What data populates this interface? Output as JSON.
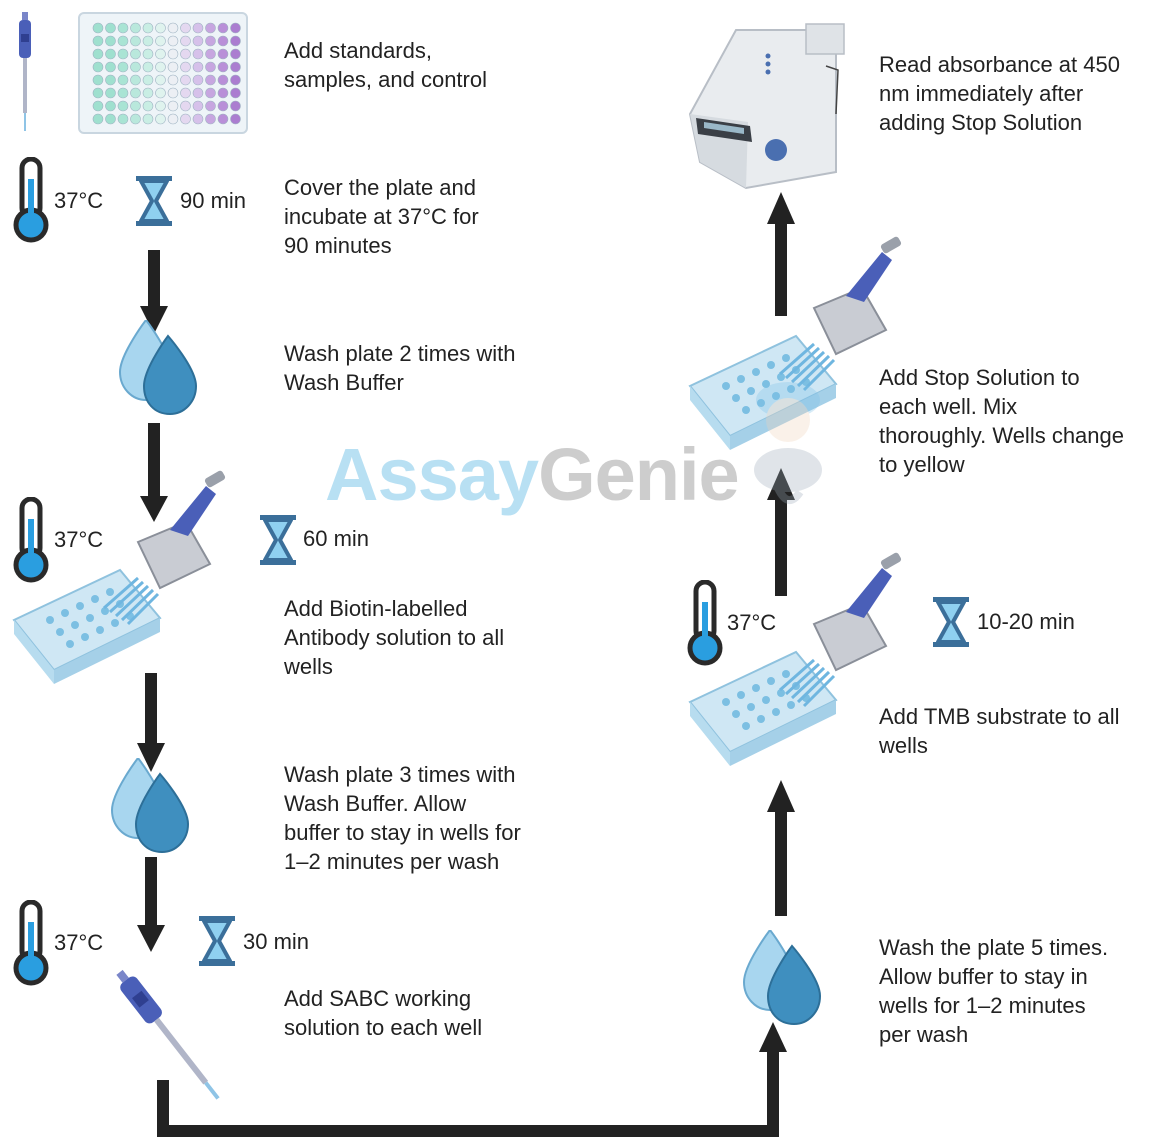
{
  "watermark": {
    "part1": "Assay",
    "part2": "Genie"
  },
  "colors": {
    "arrow": "#222222",
    "thermo": "#2a2a2a",
    "thermo_fill": "#2a9ee0",
    "hourglass": "#3b6f9a",
    "plate": "#b7dcef",
    "well": "#6eb9e0",
    "pipette": "#4a5fb8",
    "drop_light": "#a8d6ef",
    "drop_dark": "#3f8fbf"
  },
  "steps": {
    "s1": {
      "text": "Add standards,\nsamples, and control"
    },
    "s2": {
      "temp": "37°C",
      "time": "90 min",
      "text": "Cover the plate and\nincubate at 37°C for\n90 minutes"
    },
    "s3": {
      "text": "Wash plate 2 times with\nWash Buffer"
    },
    "s4": {
      "temp": "37°C",
      "time": "60 min",
      "text": "Add Biotin-labelled\nAntibody solution to all\nwells"
    },
    "s5": {
      "text": "Wash plate 3 times with\nWash Buffer. Allow\nbuffer to stay in wells for\n1–2 minutes per wash"
    },
    "s6": {
      "temp": "37°C",
      "time": "30 min",
      "text": "Add  SABC working\nsolution to each well"
    },
    "s7": {
      "text": "Wash the plate 5 times.\nAllow buffer to stay in\nwells for 1–2 minutes\nper wash"
    },
    "s8": {
      "temp": "37°C",
      "time": "10-20 min",
      "text": "Add TMB substrate to all\nwells"
    },
    "s9": {
      "text": "Add Stop Solution to\neach well. Mix\nthoroughly. Wells change\nto yellow"
    },
    "s10": {
      "text": "Read absorbance at 450\nnm immediately after\nadding Stop Solution"
    }
  }
}
